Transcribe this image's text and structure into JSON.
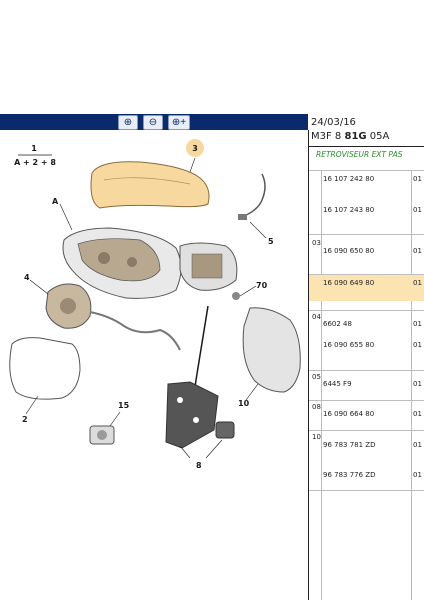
{
  "toolbar": {
    "zoom_in_label": "⊕",
    "zoom_out_label": "⊖",
    "zoom_fit_label": "⊕+"
  },
  "header": {
    "date": "24/03/16",
    "code_a": "M3F 8",
    "code_b": "81G",
    "code_c": "05A"
  },
  "panel": {
    "title": "RETROVISEUR EXT PAS",
    "rows": [
      {
        "grp": "",
        "ref": "16 107 242 80",
        "qty": "01",
        "highlight": false
      },
      {
        "grp": "",
        "ref": "16 107 243 80",
        "qty": "01",
        "highlight": false
      },
      {
        "grp": "03",
        "ref": "16 090 650 80",
        "qty": "01",
        "highlight": false
      },
      {
        "grp": "",
        "ref": "16 090 649 80",
        "qty": "01",
        "highlight": true
      },
      {
        "grp": "04",
        "ref": "6602 48",
        "qty": "01",
        "highlight": false
      },
      {
        "grp": "",
        "ref": "16 090 655 80",
        "qty": "01",
        "highlight": false
      },
      {
        "grp": "05",
        "ref": "6445 F9",
        "qty": "01",
        "highlight": false
      },
      {
        "grp": "08",
        "ref": "16 090 664 80",
        "qty": "01",
        "highlight": false
      },
      {
        "grp": "10",
        "ref": "96 783 781 ZD",
        "qty": "01",
        "highlight": false
      },
      {
        "grp": "",
        "ref": "96 783 776 ZD",
        "qty": "01",
        "highlight": false
      }
    ]
  },
  "diagram": {
    "legend_num": "1",
    "legend_formula": "A + 2 + 8",
    "labels": [
      "A",
      "2",
      "3",
      "4",
      "5",
      "8",
      "10",
      "15",
      "70"
    ],
    "highlight_color": "#f7d9a0",
    "accent_color": "#0b2a6b"
  }
}
